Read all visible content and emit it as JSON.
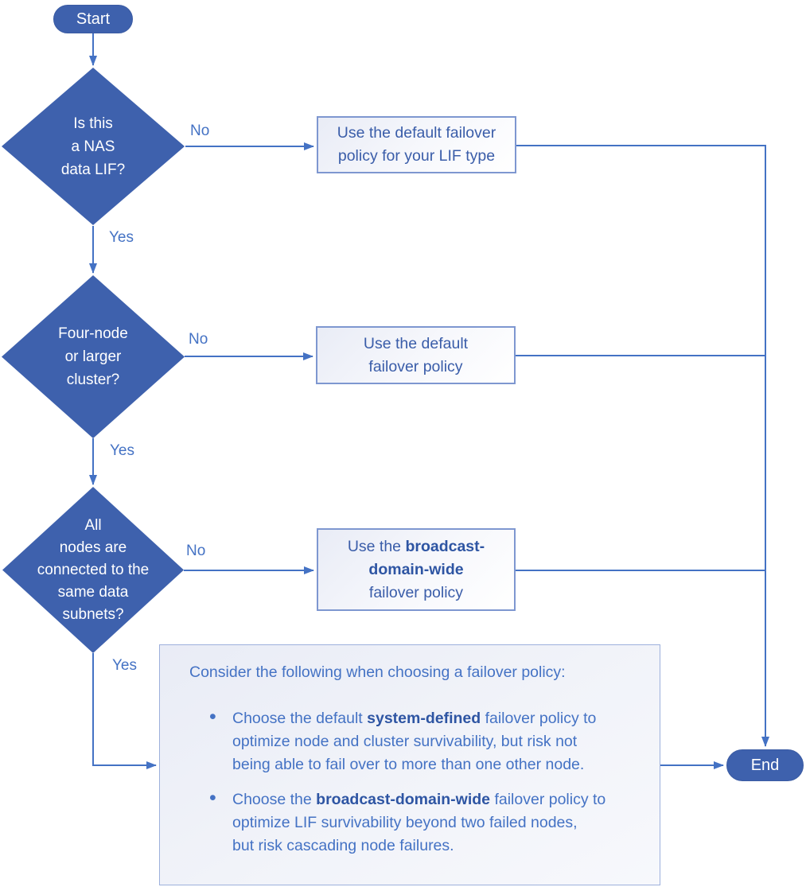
{
  "diagram": {
    "type": "flowchart",
    "topic": "Choosing a failover policy for a NAS data LIF",
    "colors": {
      "shape_fill": "#3e61ad",
      "connector": "#4472c4",
      "result_box_border": "#7e97d0",
      "result_box_text": "#3a5da9",
      "note_text": "#4472c4",
      "bold_text": "#2e55a3"
    },
    "nodes": {
      "start": {
        "label": "Start"
      },
      "end": {
        "label": "End"
      },
      "decision_nas": {
        "label": "Is this\na NAS\ndata LIF?"
      },
      "decision_cluster": {
        "label": "Four-node\nor larger\ncluster?"
      },
      "decision_subnets": {
        "label": "All\nnodes are\nconnected to the\nsame data\nsubnets?"
      },
      "box_default_lif_type": {
        "label": "Use the default failover\npolicy for your LIF type"
      },
      "box_default": {
        "label": "Use the default\nfailover policy"
      },
      "box_broadcast": {
        "segments": [
          {
            "t": "Use the ",
            "b": false
          },
          {
            "t": "broadcast-\ndomain-wide",
            "b": true
          },
          {
            "t": "\nfailover policy",
            "b": false
          }
        ]
      },
      "consider": {
        "title": "Consider the following when choosing a failover policy:",
        "bullets": [
          {
            "segments": [
              {
                "t": "Choose the default ",
                "b": false
              },
              {
                "t": "system-defined",
                "b": true
              },
              {
                "t": " failover policy to\noptimize node and cluster survivability, but risk not\nbeing able to fail over to more than one other node.",
                "b": false
              }
            ]
          },
          {
            "segments": [
              {
                "t": "Choose the ",
                "b": false
              },
              {
                "t": "broadcast-domain-wide",
                "b": true
              },
              {
                "t": " failover policy to\noptimize LIF survivability beyond two failed nodes,\nbut risk cascading node failures.",
                "b": false
              }
            ]
          }
        ]
      }
    },
    "edges": {
      "no1": "No",
      "yes1": "Yes",
      "no2": "No",
      "yes2": "Yes",
      "no3": "No",
      "yes3": "Yes"
    }
  }
}
